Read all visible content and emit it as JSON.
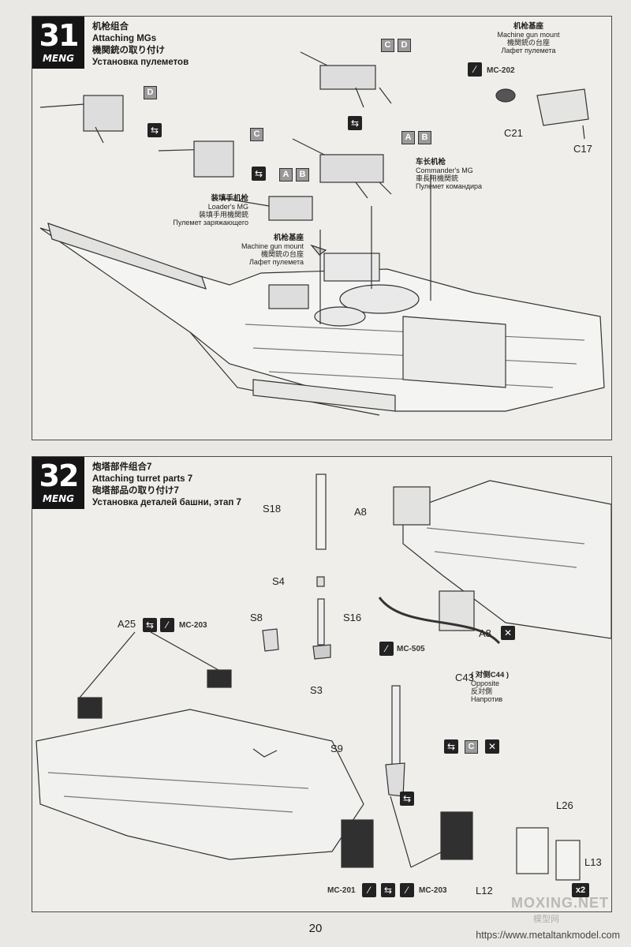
{
  "step31": {
    "number": "31",
    "brand": "MENG",
    "title_cn": "机枪组合",
    "title_en": "Attaching MGs",
    "title_jp": "機関銃の取り付け",
    "title_ru": "Установка пулеметов",
    "mount_top": {
      "cn": "机枪基座",
      "en": "Machine gun mount",
      "jp": "機関銃の台座",
      "ru": "Лафет пулемета"
    },
    "mc_code": "MC-202",
    "part_c21": "C21",
    "part_c17": "C17",
    "commander": {
      "cn": "车长机枪",
      "en": "Commander's MG",
      "jp": "車長用機関銃",
      "ru": "Пулемет командира"
    },
    "loader": {
      "cn": "装填手机枪",
      "en": "Loader's MG",
      "jp": "装填手用機関銃",
      "ru": "Пулемет заряжающего"
    },
    "mount_mid": {
      "cn": "机枪基座",
      "en": "Machine gun mount",
      "jp": "機関銃の台座",
      "ru": "Лафет пулемета"
    },
    "box_a": "A",
    "box_b": "B",
    "box_c": "C",
    "box_d": "D"
  },
  "step32": {
    "number": "32",
    "brand": "MENG",
    "title_cn": "炮塔部件组合7",
    "title_en": "Attaching turret parts 7",
    "title_jp": "砲塔部品の取り付け7",
    "title_ru": "Установка деталей башни, этап 7",
    "parts": {
      "s18": "S18",
      "s4": "S4",
      "s16": "S16",
      "s8": "S8",
      "s3": "S3",
      "s9": "S9",
      "a8_top": "A8",
      "a8_bottom": "A8",
      "a25": "A25",
      "c43": "C43",
      "l26": "L26",
      "l13": "L13",
      "l12": "L12",
      "c": "C"
    },
    "mc_203_top": "MC-203",
    "mc_505": "MC-505",
    "mc_201": "MC-201",
    "mc_203_bottom": "MC-203",
    "c43_note": "( 对侧C44 )",
    "opposite_en": "Opposite",
    "opposite_jp": "反対側",
    "opposite_ru": "Напротив",
    "x2": "x2"
  },
  "footer": {
    "page_number": "20",
    "url": "https://www.metaltankmodel.com",
    "watermark": "MOXING.NET",
    "watermark_cn": "模型网"
  }
}
